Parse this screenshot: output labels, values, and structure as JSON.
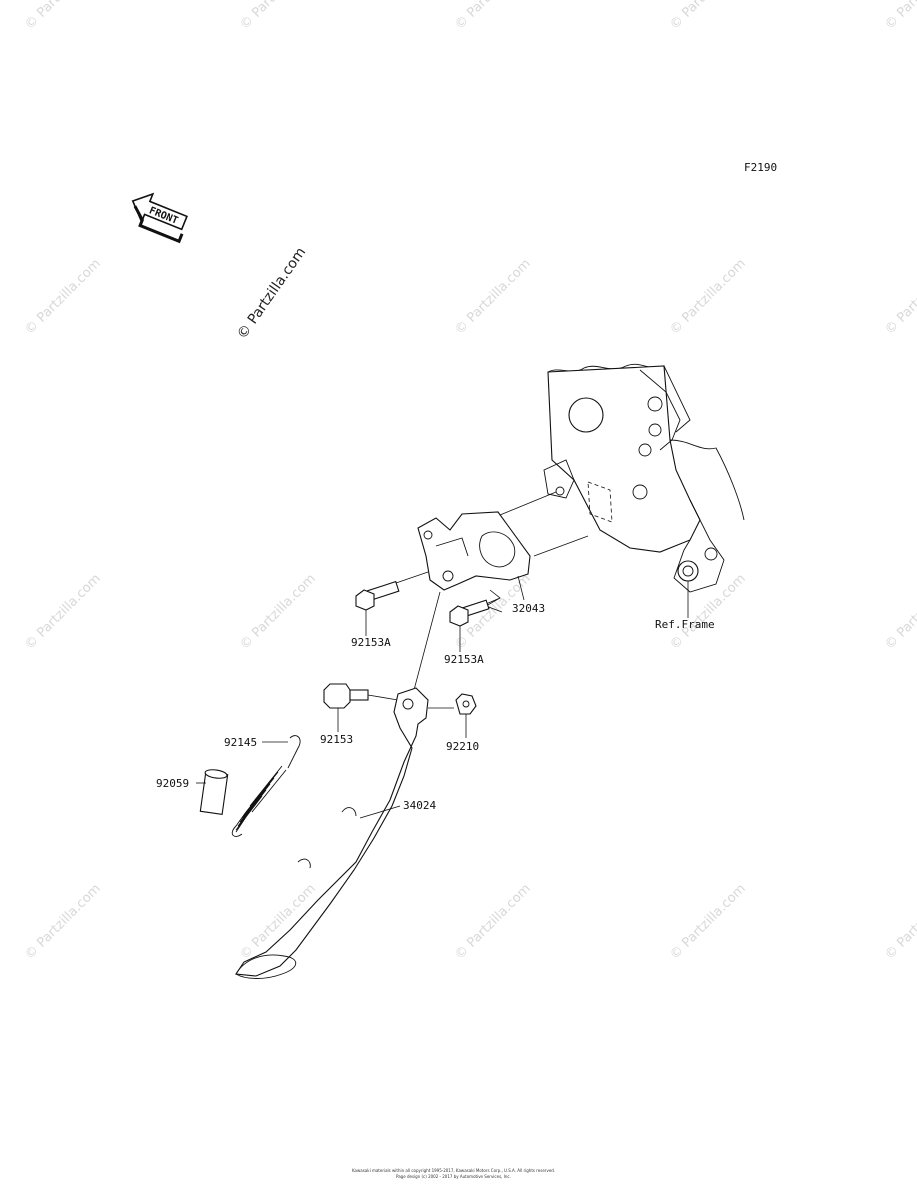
{
  "diagram": {
    "figure_code": "F2190",
    "front_label": "FRONT",
    "watermark_text": "© Partzilla.com",
    "reference_label": "Ref.Frame",
    "parts": [
      {
        "id": "p32043",
        "number": "32043"
      },
      {
        "id": "p92153A_1",
        "number": "92153A"
      },
      {
        "id": "p92153A_2",
        "number": "92153A"
      },
      {
        "id": "p92153",
        "number": "92153"
      },
      {
        "id": "p92210",
        "number": "92210"
      },
      {
        "id": "p92145",
        "number": "92145"
      },
      {
        "id": "p92059",
        "number": "92059"
      },
      {
        "id": "p34024",
        "number": "34024"
      }
    ],
    "footer_line1": "Kawasaki materials within all copyright 1995-2017, Kawasaki Motors Corp., U.S.A. All rights reserved.",
    "footer_line2": "Page design (c) 2002 - 2017 by Automotive Services, Inc."
  }
}
